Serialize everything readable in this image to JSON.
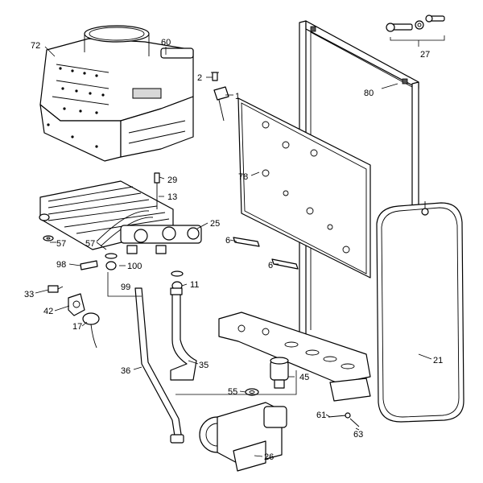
{
  "diagram": {
    "callouts": [
      {
        "id": "72",
        "label": "72"
      },
      {
        "id": "60",
        "label": "60"
      },
      {
        "id": "2",
        "label": "2"
      },
      {
        "id": "1",
        "label": "1"
      },
      {
        "id": "27",
        "label": "27"
      },
      {
        "id": "80",
        "label": "80"
      },
      {
        "id": "29",
        "label": "29"
      },
      {
        "id": "13",
        "label": "13"
      },
      {
        "id": "78",
        "label": "78"
      },
      {
        "id": "25",
        "label": "25"
      },
      {
        "id": "57a",
        "label": "57"
      },
      {
        "id": "57b",
        "label": "57"
      },
      {
        "id": "6a",
        "label": "6"
      },
      {
        "id": "6b",
        "label": "6"
      },
      {
        "id": "98",
        "label": "98"
      },
      {
        "id": "100",
        "label": "100"
      },
      {
        "id": "99",
        "label": "99"
      },
      {
        "id": "11",
        "label": "11"
      },
      {
        "id": "33",
        "label": "33"
      },
      {
        "id": "42",
        "label": "42"
      },
      {
        "id": "17",
        "label": "17"
      },
      {
        "id": "21",
        "label": "21"
      },
      {
        "id": "36",
        "label": "36"
      },
      {
        "id": "35",
        "label": "35"
      },
      {
        "id": "45",
        "label": "45"
      },
      {
        "id": "55",
        "label": "55"
      },
      {
        "id": "61",
        "label": "61"
      },
      {
        "id": "63",
        "label": "63"
      },
      {
        "id": "26",
        "label": "26"
      }
    ]
  }
}
